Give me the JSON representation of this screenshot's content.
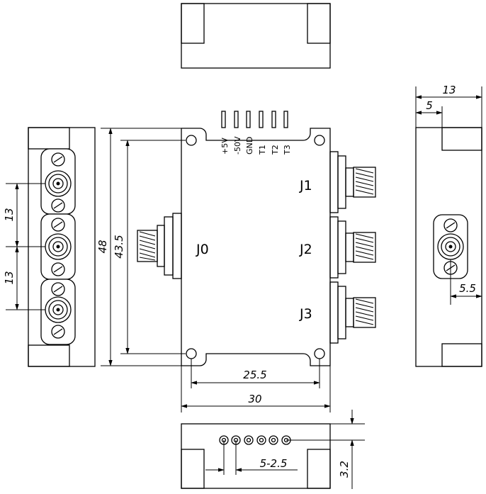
{
  "connectors": {
    "j0": "J0",
    "j1": "J1",
    "j2": "J2",
    "j3": "J3"
  },
  "pins": [
    "+5V",
    "-50V",
    "GND",
    "T1",
    "T2",
    "T3"
  ],
  "dimensions": {
    "height_overall": "48",
    "hole_pitch_vertical": "43.5",
    "hole_pitch_horizontal": "25.5",
    "width_overall": "30",
    "connector_pitch_upper": "13",
    "connector_pitch_lower": "13",
    "side_depth": "13",
    "side_offset": "5",
    "side_connector_offset": "5.5",
    "pin_pitch": "5-2.5",
    "pin_height": "3.2"
  }
}
